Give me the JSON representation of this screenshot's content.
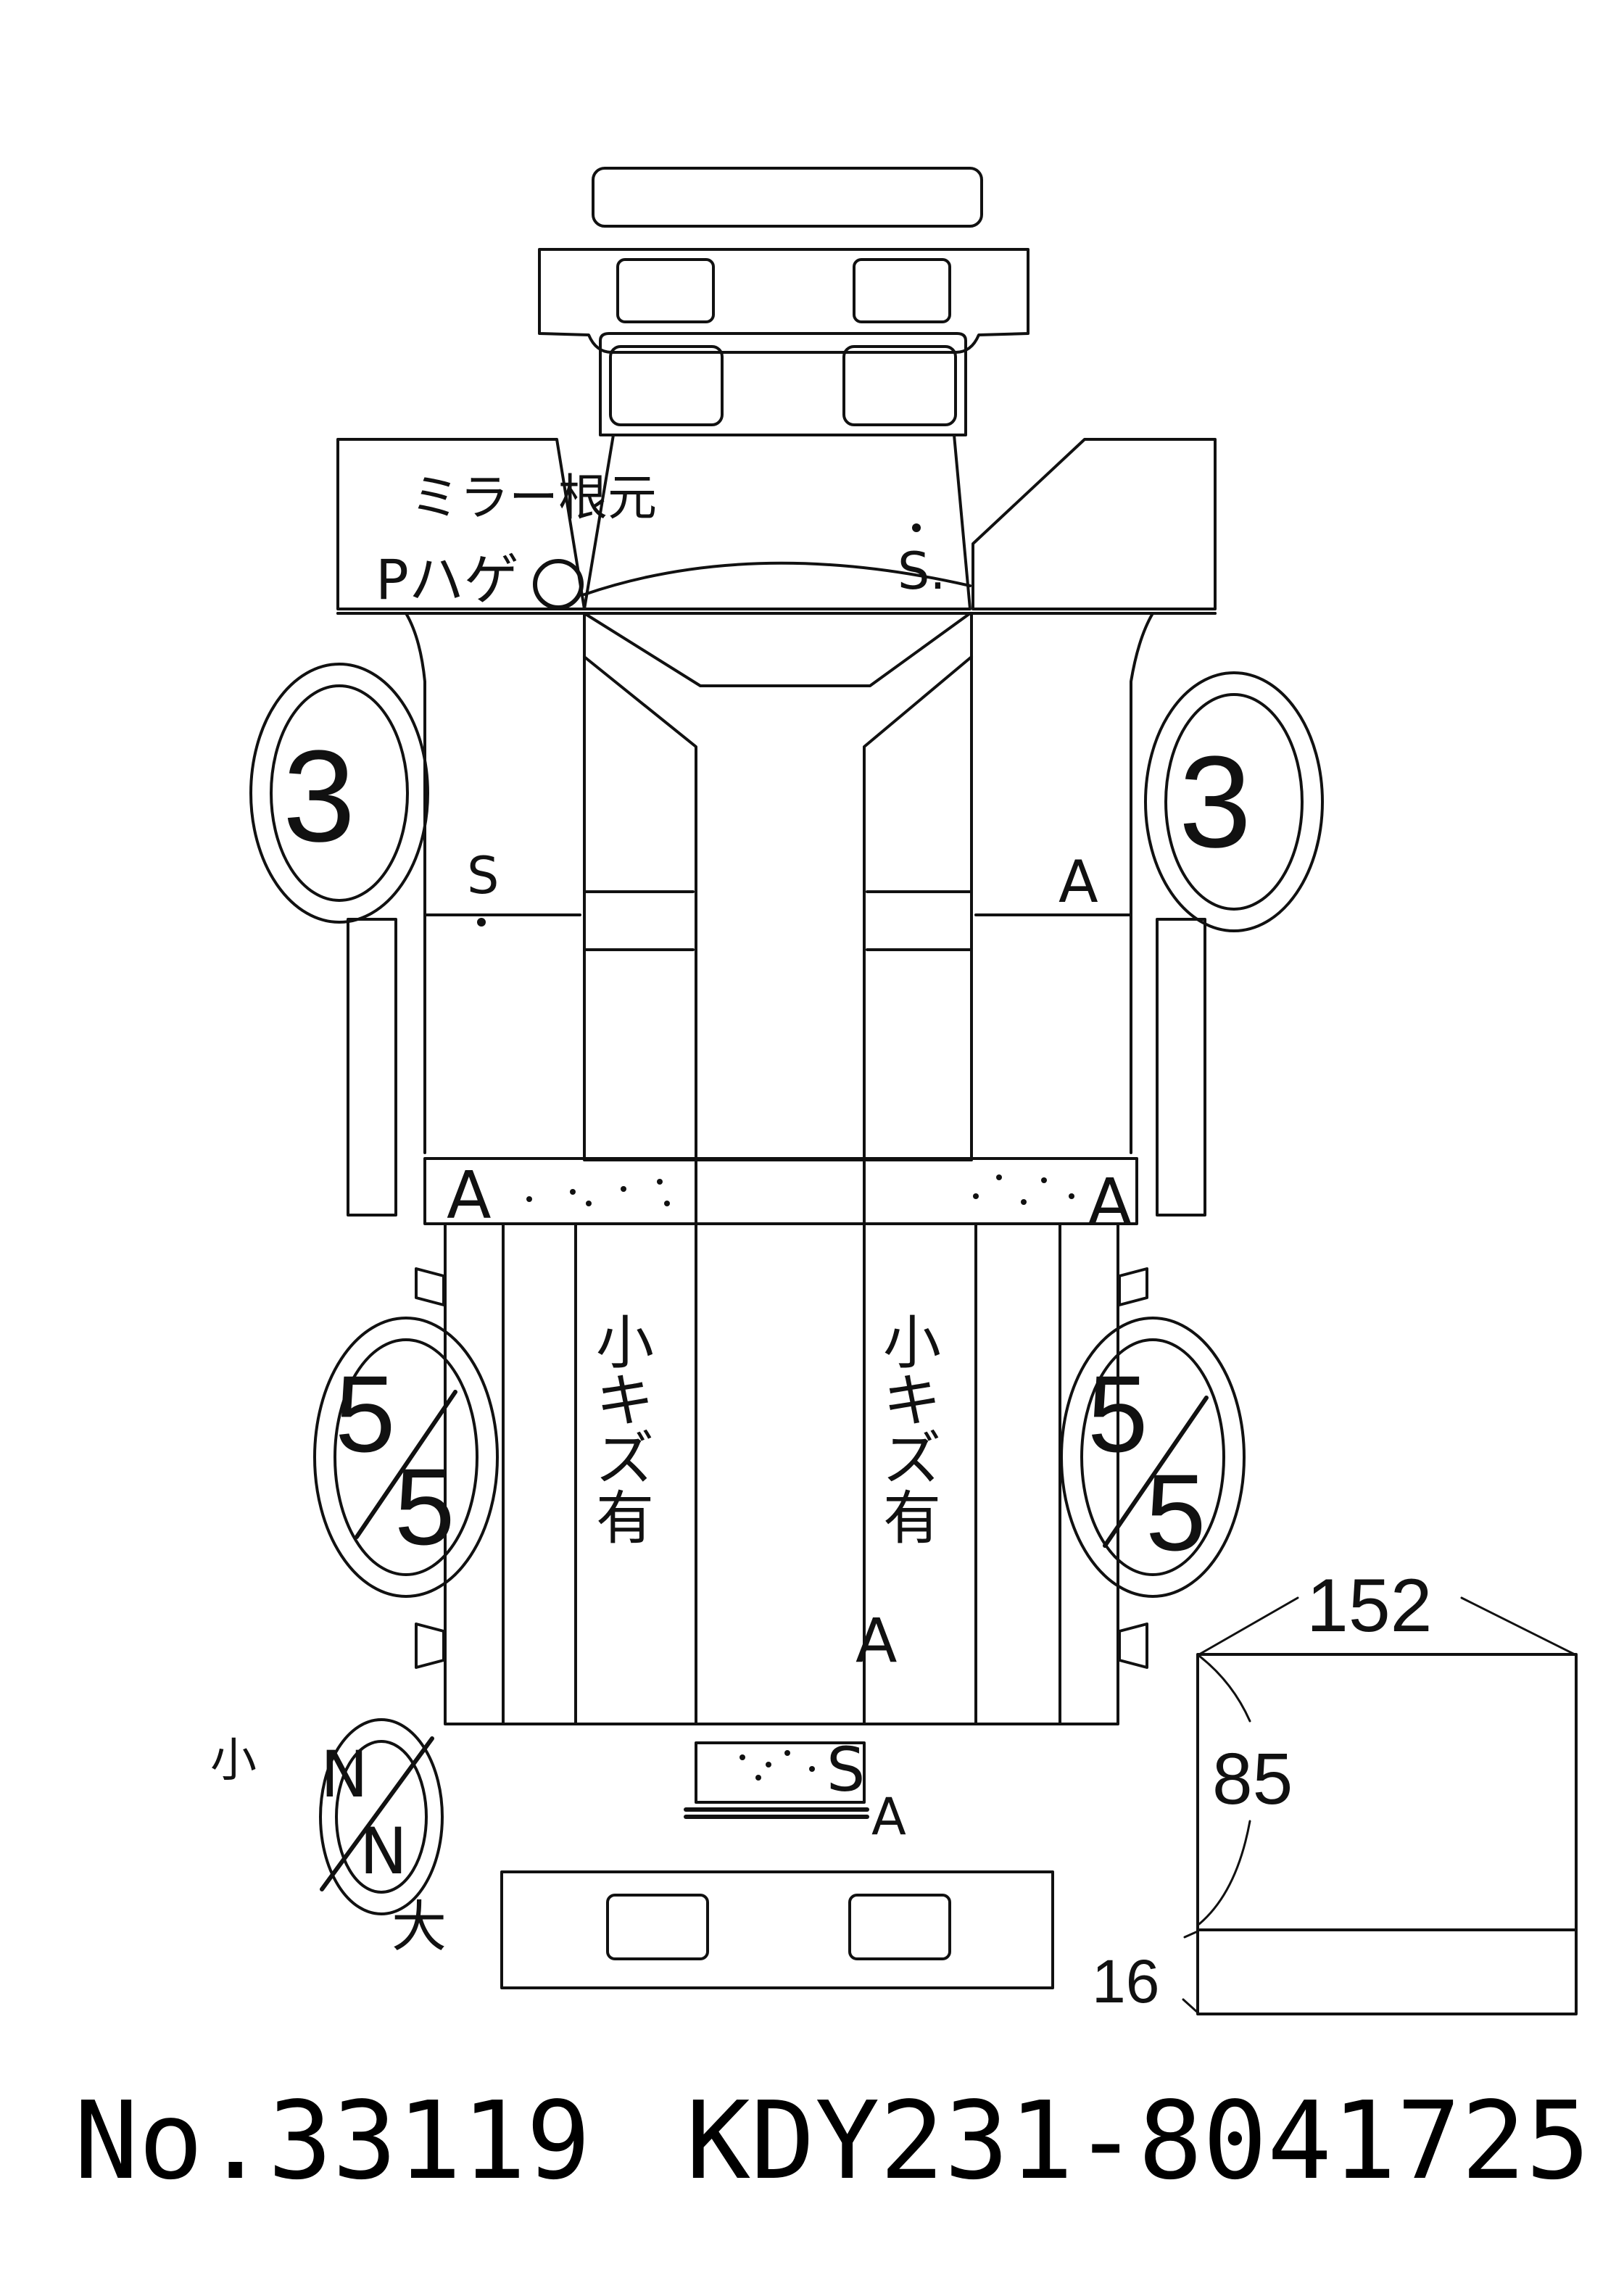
{
  "inspection_marks": {
    "mirror_note": "ミラー根元",
    "paint_note": "Pハゲ",
    "tire_front_left": "3",
    "tire_front_right": "3",
    "tire_rear_left_top": "5",
    "tire_rear_left_bottom": "5",
    "tire_rear_right_top": "5",
    "tire_rear_right_bottom": "5",
    "spare_top": "N",
    "spare_bottom": "N",
    "spare_small": "小",
    "spare_large": "大",
    "bed_left_note": [
      "小",
      "キ",
      "ズ",
      "有"
    ],
    "bed_right_note": [
      "小",
      "キ",
      "ズ",
      "有"
    ],
    "s_cab_right": "S.",
    "s_left": "S",
    "a_right_upper": "A",
    "a_bar_left": "A",
    "a_bar_right": "A",
    "a_bed": "A",
    "s_bumper": "S",
    "a_bumper": "A"
  },
  "dimensions": {
    "width": "152",
    "height": "85",
    "lower": "16"
  },
  "footer": {
    "number": "No.33119",
    "vin": "KDY231-8041725"
  }
}
